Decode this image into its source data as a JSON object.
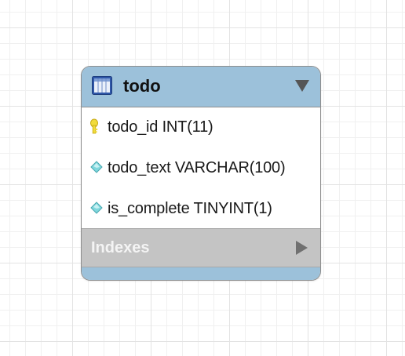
{
  "table": {
    "name": "todo",
    "header_color": "#9cc1da",
    "icon": "table-icon",
    "collapse_icon": "triangle-down-icon",
    "columns": [
      {
        "text": "todo_id INT(11)",
        "icon": "primary-key-icon"
      },
      {
        "text": "todo_text VARCHAR(100)",
        "icon": "column-diamond-icon"
      },
      {
        "text": "is_complete TINYINT(1)",
        "icon": "column-diamond-icon"
      }
    ],
    "indexes": {
      "label": "Indexes",
      "icon": "triangle-right-icon",
      "color": "#c4c4c4"
    }
  }
}
